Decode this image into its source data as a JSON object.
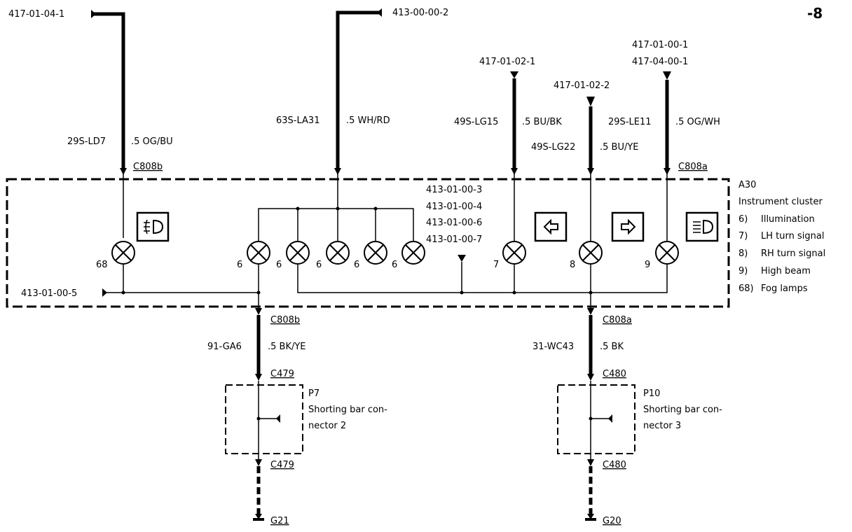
{
  "page_number": "-8",
  "references": {
    "r_417_01_04_1": "417-01-04-1",
    "r_413_00_00_2": "413-00-00-2",
    "r_417_01_02_1": "417-01-02-1",
    "r_417_01_02_2": "417-01-02-2",
    "r_417_01_00_1": "417-01-00-1",
    "r_417_04_00_1": "417-04-00-1",
    "r_413_01_00_3": "413-01-00-3",
    "r_413_01_00_4": "413-01-00-4",
    "r_413_01_00_6": "413-01-00-6",
    "r_413_01_00_7": "413-01-00-7",
    "r_413_01_00_5": "413-01-00-5"
  },
  "wires": {
    "w1_circuit": "29S-LD7",
    "w1_spec": ".5 OG/BU",
    "w2_circuit": "63S-LA31",
    "w2_spec": ".5 WH/RD",
    "w3_circuit": "49S-LG15",
    "w3_spec": ".5 BU/BK",
    "w4_circuit": "49S-LG22",
    "w4_spec": ".5 BU/YE",
    "w5_circuit": "29S-LE11",
    "w5_spec": ".5 OG/WH",
    "w6_circuit": "91-GA6",
    "w6_spec": ".5 BK/YE",
    "w7_circuit": "31-WC43",
    "w7_spec": ".5 BK"
  },
  "connectors": {
    "c808b_top": "C808b",
    "c808a_top": "C808a",
    "c808b_bot": "C808b",
    "c808a_bot": "C808a",
    "c479_top": "C479",
    "c479_bot": "C479",
    "c480_top": "C480",
    "c480_bot": "C480",
    "g21": "G21",
    "g20": "G20"
  },
  "module": {
    "id": "A30",
    "name": "Instrument cluster",
    "legend": [
      {
        "num": "6)",
        "text": "Illumination"
      },
      {
        "num": "7)",
        "text": "LH turn signal"
      },
      {
        "num": "8)",
        "text": "RH turn signal"
      },
      {
        "num": "9)",
        "text": "High beam"
      },
      {
        "num": "68)",
        "text": "Fog lamps"
      }
    ]
  },
  "lamp_labels": {
    "fog": "68",
    "ill1": "6",
    "ill2": "6",
    "ill3": "6",
    "ill4": "6",
    "ill5": "6",
    "lh": "7",
    "rh": "8",
    "hb": "9"
  },
  "shorting": {
    "p7_id": "P7",
    "p7_line1": "Shorting bar con-",
    "p7_line2": "nector 2",
    "p10_id": "P10",
    "p10_line1": "Shorting bar con-",
    "p10_line2": "nector 3"
  }
}
